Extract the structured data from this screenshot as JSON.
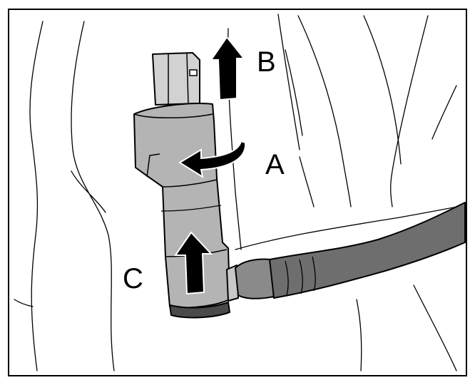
{
  "figure": {
    "labels": {
      "a": "A",
      "b": "B",
      "c": "C"
    },
    "colors": {
      "connector_body": "#b4b4b4",
      "hose": "#6e6e6e",
      "hose_highlight": "#8a8a8a",
      "end_cap": "#4a4a4a",
      "ink": "#000000",
      "background": "#ffffff"
    },
    "icons": {
      "a": "curved-arrow-icon",
      "b": "up-arrow-icon",
      "c": "up-arrow-icon"
    }
  }
}
